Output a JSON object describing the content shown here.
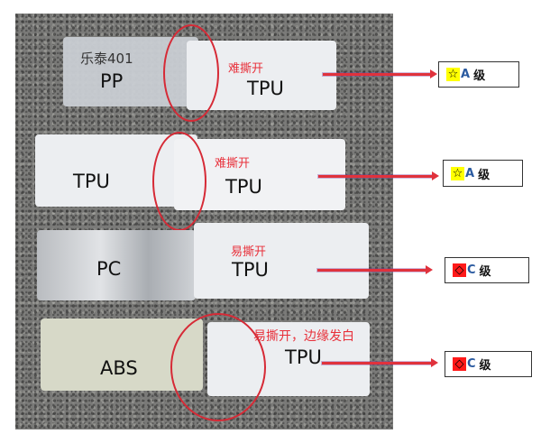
{
  "samples": [
    {
      "left_material": "PP",
      "left_sublabel": "乐泰401",
      "right_material": "TPU",
      "annotation": "难撕开",
      "grade": {
        "symbol": "☆",
        "symbol_name": "star",
        "symbol_bg": "#ffff00",
        "level": "A",
        "suffix": "级"
      }
    },
    {
      "left_material": "TPU",
      "right_material": "TPU",
      "annotation": "难撕开",
      "grade": {
        "symbol": "☆",
        "symbol_name": "star",
        "symbol_bg": "#ffff00",
        "level": "A",
        "suffix": "级"
      }
    },
    {
      "left_material": "PC",
      "right_material": "TPU",
      "annotation": "易撕开",
      "grade": {
        "symbol": "◇",
        "symbol_name": "diamond",
        "symbol_bg": "#ff1a1a",
        "level": "C",
        "suffix": "级"
      }
    },
    {
      "left_material": "ABS",
      "right_material": "TPU",
      "annotation": "易撕开，边缘发白",
      "grade": {
        "symbol": "◇",
        "symbol_name": "diamond",
        "symbol_bg": "#ff1a1a",
        "level": "C",
        "suffix": "级"
      }
    }
  ],
  "colors": {
    "annotation": "#e8303a",
    "arrow": "#e0323c",
    "ellipse": "#d62a36",
    "grade_letter": "#2a5aa0"
  }
}
